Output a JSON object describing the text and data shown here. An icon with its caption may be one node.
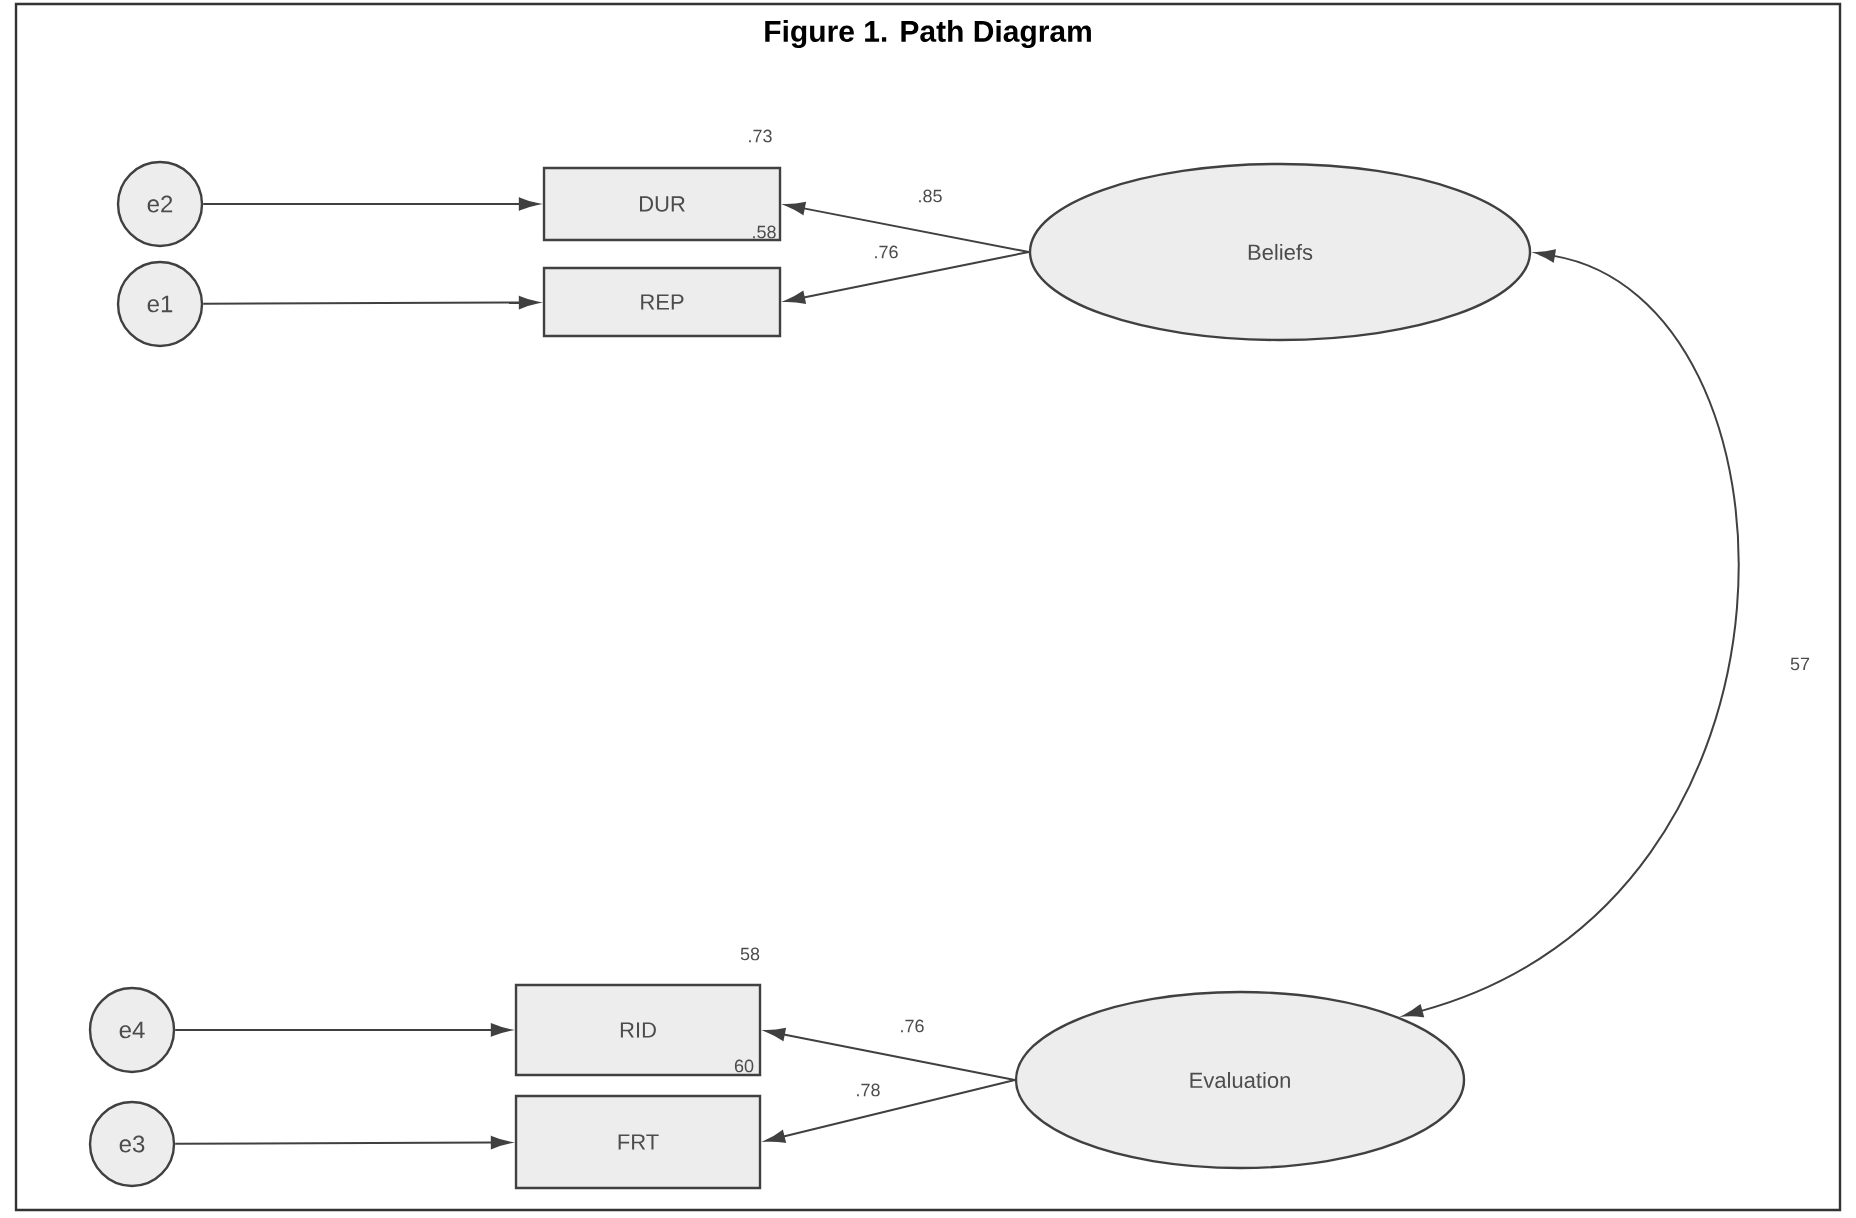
{
  "diagram": {
    "title": "Figure 1.  Path Diagram",
    "nodes": [
      {
        "text": [
          "e2"
        ]
      },
      {
        "text": [
          "DUR"
        ],
        "beside": [
          ".73"
        ]
      },
      {
        "text": [
          "e1"
        ]
      },
      {
        "text": [
          "REP"
        ]
      },
      {
        "text": [
          "Beliefs"
        ]
      },
      {
        "text": [
          "e4"
        ]
      },
      {
        "text": [
          "RID"
        ],
        "beside": [
          "58"
        ]
      },
      {
        "text": [
          "e3"
        ]
      },
      {
        "text": [
          "FRT"
        ]
      },
      {
        "text": [
          "Evaluation"
        ]
      }
    ],
    "edges": [
      {
        "from": 0,
        "to": 1,
        "arrow": "to"
      },
      {
        "from": 2,
        "to": 3,
        "arrow": "to"
      },
      {
        "from": 4,
        "to": 1,
        "arrow": "to",
        "label": ".85"
      },
      {
        "from": 4,
        "to": 3,
        "arrow": "to",
        "label": ".76"
      },
      {
        "from": 5,
        "to": 6,
        "arrow": "to"
      },
      {
        "from": 7,
        "to": 8,
        "arrow": "to"
      },
      {
        "from": 9,
        "to": 6,
        "arrow": "to",
        "label": ".76"
      },
      {
        "from": 9,
        "to": 8,
        "arrow": "to",
        "label": ".78"
      },
      {
        "from": 4,
        "to": 9,
        "arrow": "both",
        "label": "57"
      }
    ],
    "labels": [
      ".58",
      "60"
    ]
  }
}
